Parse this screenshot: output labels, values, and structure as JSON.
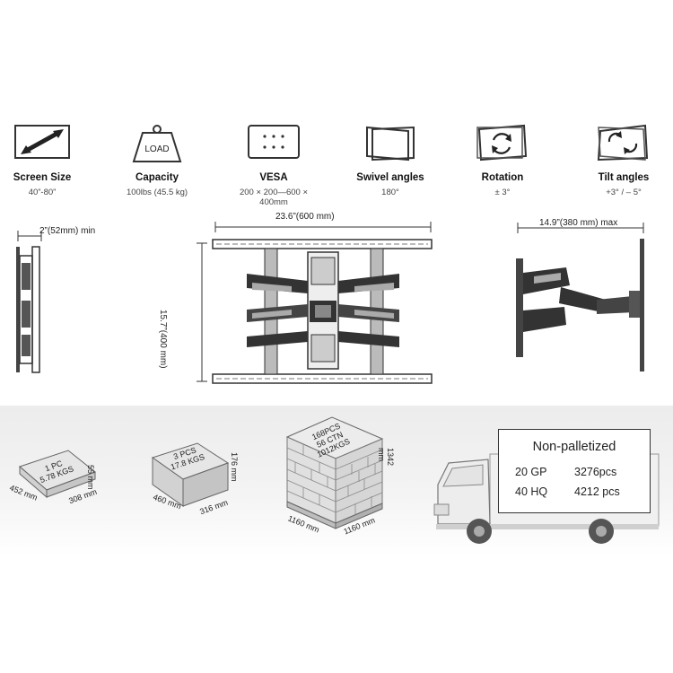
{
  "features": [
    {
      "name": "Screen Size",
      "value": "40”-80”",
      "icon": "double-arrow-icon"
    },
    {
      "name": "Capacity",
      "value": "100lbs (45.5 kg)",
      "icon": "weight-load-icon",
      "icon_text": "LOAD"
    },
    {
      "name": "VESA",
      "value": "200 × 200—600 × 400mm",
      "icon": "vesa-pattern-icon"
    },
    {
      "name": "Swivel angles",
      "value": "180°",
      "icon": "swivel-icon"
    },
    {
      "name": "Rotation",
      "value": "± 3°",
      "icon": "rotation-icon"
    },
    {
      "name": "Tilt angles",
      "value": "+3°  / – 5°",
      "icon": "tilt-icon"
    }
  ],
  "dimensions": {
    "depth_min": "2”(52mm) min",
    "width": "23.6”(600 mm)",
    "height": "15.7”(400 mm)",
    "extension_max": "14.9”(380 mm) max"
  },
  "packaging": {
    "single": {
      "pcs": "1 PC",
      "weight": "5.78 KGS",
      "length": "452 mm",
      "width": "308 mm",
      "height": "55 mm"
    },
    "carton": {
      "pcs": "3 PCS",
      "weight": "17.8 KGS",
      "length": "460 mm",
      "width": "316 mm",
      "height": "176 mm"
    },
    "pallet": {
      "pcs": "168PCS",
      "ctn": "56 CTN",
      "weight": "1012KGS",
      "length": "1160 mm",
      "width": "1160 mm",
      "height": "1342 mm"
    }
  },
  "shipping": {
    "title": "Non-palletized",
    "rows": [
      {
        "container": "20 GP",
        "qty": "3276pcs"
      },
      {
        "container": "40 HQ",
        "qty": "4212 pcs"
      }
    ]
  }
}
